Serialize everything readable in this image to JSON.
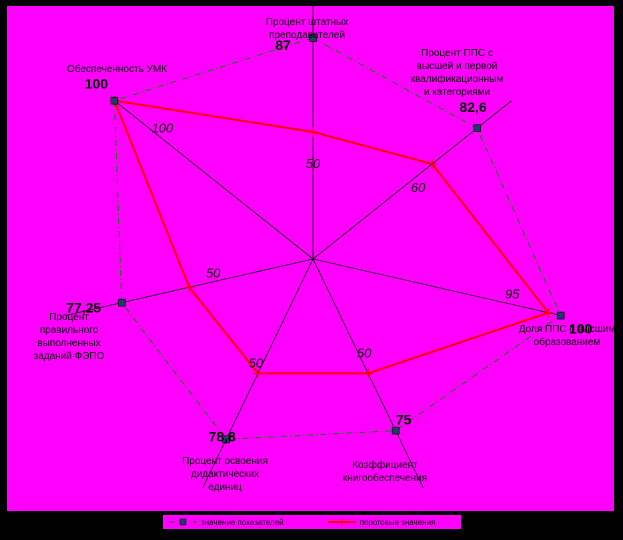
{
  "chart_data": {
    "type": "radar",
    "title": "",
    "axes": [
      {
        "label": [
          "Процент штатных",
          "преподавателей"
        ]
      },
      {
        "label": [
          "Процент ППС с",
          "высшей и первой",
          "квалификационным",
          "и категориями"
        ]
      },
      {
        "label": [
          "Доля ППС с высшим",
          "образованием"
        ]
      },
      {
        "label": [
          "Коэффициент",
          "книгообеспечения"
        ]
      },
      {
        "label": [
          "Процент освоения",
          "дидактических",
          "единиц"
        ]
      },
      {
        "label": [
          "Процент",
          "правильного",
          "выполненных",
          "заданий ФЭПО"
        ]
      },
      {
        "label": [
          "Обеспеченность УМК"
        ]
      }
    ],
    "rlim": [
      0,
      100
    ],
    "series": [
      {
        "name": "значение показателей",
        "color": "#008000",
        "values": [
          87,
          82.6,
          100,
          75,
          78.8,
          77.25,
          100
        ],
        "labels": [
          "87",
          "82,6",
          "100",
          "75",
          "78,8",
          "77,25",
          "100"
        ]
      },
      {
        "name": "пороговые значения",
        "color": "#ff0000",
        "values": [
          50,
          60,
          95,
          50,
          50,
          50,
          100
        ],
        "labels": [
          "50",
          "60",
          "95",
          "50",
          "50",
          "50",
          "100"
        ]
      }
    ],
    "legend_position": "bottom"
  }
}
